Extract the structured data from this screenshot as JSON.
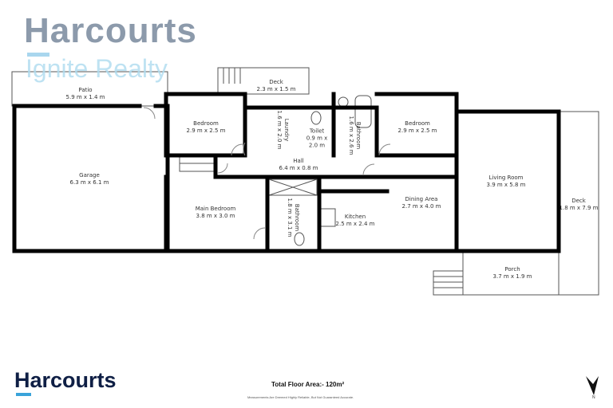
{
  "header": {
    "brand": "Harcourts",
    "tagline": "Ignite Realty"
  },
  "rooms": [
    {
      "name": "Patio",
      "size": "5.9 m x 1.4 m"
    },
    {
      "name": "Deck",
      "size": "2.3 m x 1.5 m"
    },
    {
      "name": "Bedroom",
      "size": "2.9 m x 2.5 m"
    },
    {
      "name": "Laundry",
      "size": "1.6 m x 2.0 m"
    },
    {
      "name": "Toilet",
      "size": "0.9 m x 2.0 m"
    },
    {
      "name": "Bathroom",
      "size": "1.6 m x 2.6 m"
    },
    {
      "name": "Bedroom",
      "size": "2.9 m x 2.5 m"
    },
    {
      "name": "Garage",
      "size": "6.3 m x 6.1 m"
    },
    {
      "name": "Hall",
      "size": "6.4 m x 0.8 m"
    },
    {
      "name": "Main Bedroom",
      "size": "3.8 m x 3.0 m"
    },
    {
      "name": "Bathroom",
      "size": "1.8 m x 3.1 m"
    },
    {
      "name": "Kitchen",
      "size": "2.5 m x 2.4 m"
    },
    {
      "name": "Dining Area",
      "size": "2.7 m x 4.0 m"
    },
    {
      "name": "Living Room",
      "size": "3.9 m x 5.8 m"
    },
    {
      "name": "Deck",
      "size": "1.8 m x 7.9 m"
    },
    {
      "name": "Porch",
      "size": "3.7 m x 1.9 m"
    }
  ],
  "footer": {
    "brand": "Harcourts",
    "total_area": "Total Floor Area:- 120m²",
    "disclaimer": "Measurements Are Deemed Highly Reliable, But Not Guaranteed Accurate.",
    "north": "N"
  },
  "colors": {
    "wall": "#000000",
    "brand_navy": "#0f1f45",
    "brand_blue": "#3aa3da"
  }
}
